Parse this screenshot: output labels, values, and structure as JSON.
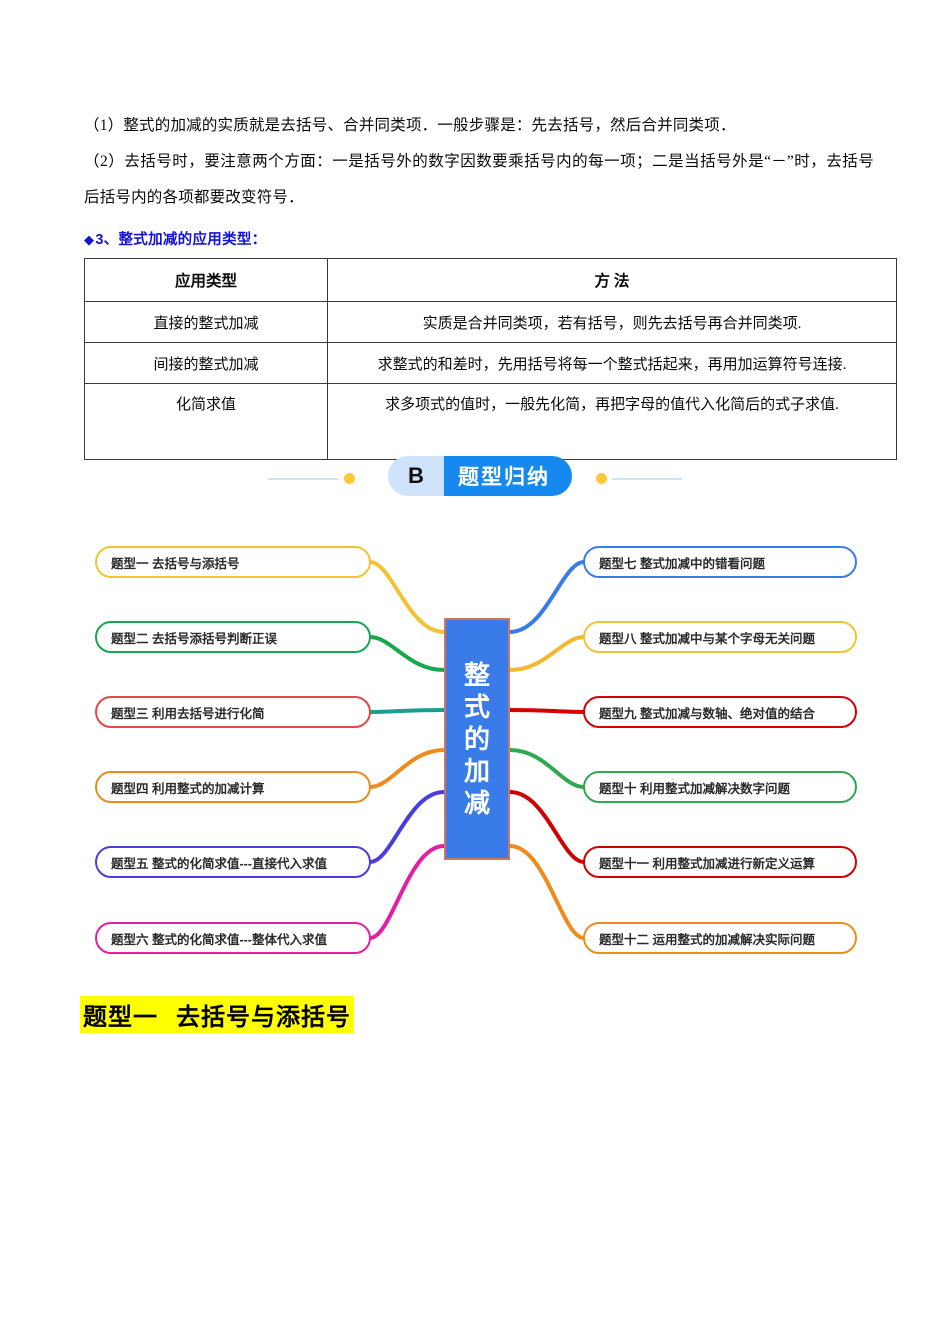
{
  "notes": [
    "（1）整式的加减的实质就是去括号、合并同类项．一般步骤是：先去括号，然后合并同类项．",
    "（2）去括号时，要注意两个方面：一是括号外的数字因数要乘括号内的每一项；二是当括号外是“－”时，去括号后括号内的各项都要改变符号．"
  ],
  "blue_heading": {
    "marker": "◆",
    "text": "3、整式加减的应用类型："
  },
  "table": {
    "headers": [
      "应用类型",
      "方     法"
    ],
    "rows": [
      [
        "直接的整式加减",
        "实质是合并同类项，若有括号，则先去括号再合并同类项."
      ],
      [
        "间接的整式加减",
        "求整式的和差时，先用括号将每一个整式括起来，再用加运算符号连接."
      ],
      [
        "化简求值",
        "求多项式的值时，一般先化简，再把字母的值代入化简后的式子求值."
      ]
    ]
  },
  "banner": {
    "letter": "B",
    "title": "题型归纳",
    "dot_color": "#fcc93c",
    "pill_light": "#cfe4fb",
    "pill_blue": "#1589f0"
  },
  "mindmap": {
    "center": {
      "label": "整式的加减",
      "chars": [
        "整",
        "式",
        "的",
        "加",
        "减"
      ],
      "fill": "#3a7bea",
      "border": "#d1765b"
    },
    "left_nodes": [
      {
        "label": "题型一  去括号与添括号",
        "color": "#f2c335"
      },
      {
        "label": "题型二  去括号添括号判断正误",
        "color": "#17a84f"
      },
      {
        "label": "题型三  利用去括号进行化简",
        "color": "#e0484b"
      },
      {
        "label": "题型四   利用整式的加减计算",
        "color": "#ef8b1d"
      },
      {
        "label": "题型五  整式的化简求值---直接代入求值",
        "color": "#4b3ddb"
      },
      {
        "label": "题型六   整式的化简求值---整体代入求值",
        "color": "#e31fa3"
      }
    ],
    "right_nodes": [
      {
        "label": "题型七  整式加减中的错看问题",
        "color": "#3a7bea"
      },
      {
        "label": "题型八 整式加减中与某个字母无关问题",
        "color": "#f2c335"
      },
      {
        "label": "题型九   整式加减与数轴、绝对值的结合",
        "color": "#d60000"
      },
      {
        "label": "题型十  利用整式加减解决数字问题",
        "color": "#2da94f"
      },
      {
        "label": "题型十一 利用整式加减进行新定义运算",
        "color": "#cf0000"
      },
      {
        "label": "题型十二 运用整式的加减解决实际问题",
        "color": "#ef8b1d"
      }
    ],
    "link_colors_left": [
      "#f2c335",
      "#17a84f",
      "#1a9e8f",
      "#ef8b1d",
      "#4b3ddb",
      "#e31fa3"
    ],
    "link_colors_right": [
      "#3a7bea",
      "#f5b82e",
      "#d60000",
      "#2da94f",
      "#cf0000",
      "#ef8b1d"
    ]
  },
  "bottom_heading": {
    "prefix": "题型一",
    "text": "去括号与添括号",
    "highlight": "#ffff00"
  }
}
